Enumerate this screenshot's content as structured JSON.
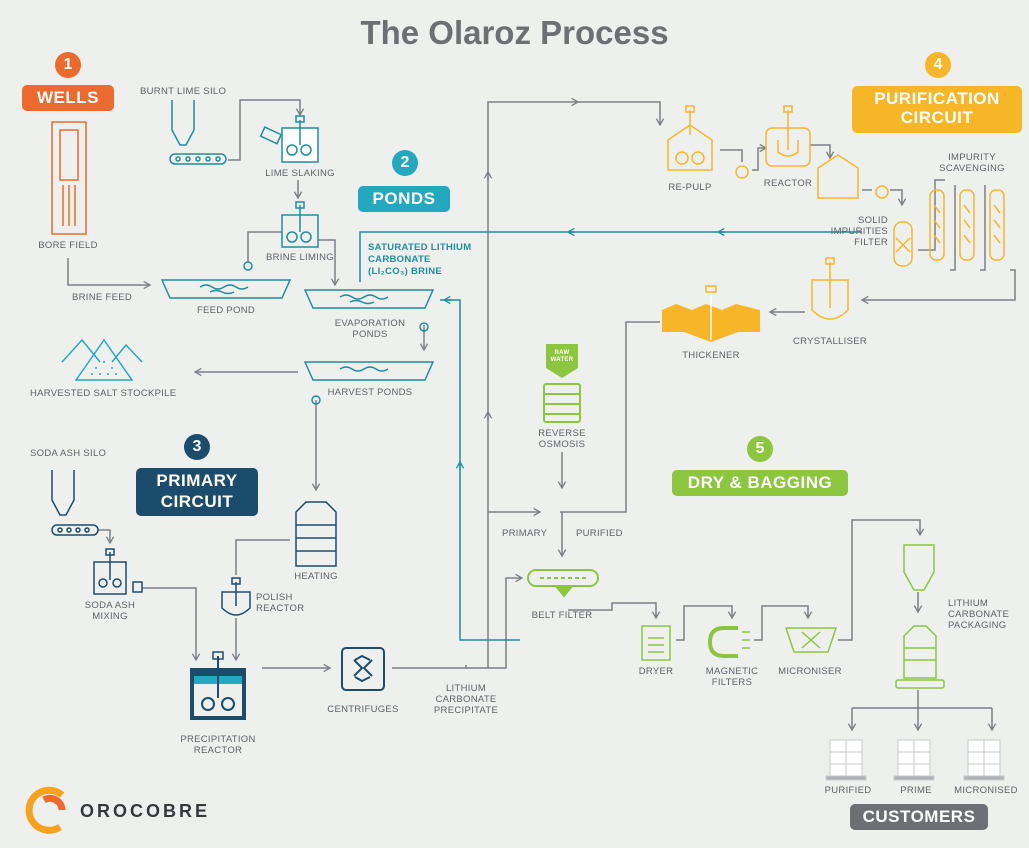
{
  "title": "The Olaroz Process",
  "colors": {
    "wells": "#ec6a2d",
    "ponds": "#24a8c0",
    "primary": "#1c4c6c",
    "purification": "#f6b628",
    "dry": "#8cc63f",
    "customers": "#6c7075",
    "line": "#7c8086",
    "brine": "#1f8e9e"
  },
  "sections": {
    "wells": {
      "num": "1",
      "label": "WELLS"
    },
    "ponds": {
      "num": "2",
      "label": "PONDS"
    },
    "primary": {
      "num": "3",
      "label_line1": "PRIMARY",
      "label_line2": "CIRCUIT"
    },
    "purification": {
      "num": "4",
      "label_line1": "PURIFICATION",
      "label_line2": "CIRCUIT"
    },
    "dry": {
      "num": "5",
      "label": "DRY & BAGGING"
    },
    "customers": {
      "label": "CUSTOMERS"
    }
  },
  "labels": {
    "burnt_lime_silo": "BURNT LIME SILO",
    "lime_slaking": "LIME SLAKING",
    "bore_field": "BORE FIELD",
    "brine_liming": "BRINE LIMING",
    "brine_feed": "BRINE FEED",
    "feed_pond": "FEED POND",
    "sat_line1": "SATURATED LITHIUM",
    "sat_line2": "CARBONATE",
    "sat_line3": "(Li₂CO₃) BRINE",
    "evaporation_line1": "EVAPORATION",
    "evaporation_line2": "PONDS",
    "harvest_ponds": "HARVEST PONDS",
    "harvested_salt": "HARVESTED SALT STOCKPILE",
    "soda_ash_silo": "SODA ASH SILO",
    "soda_line1": "SODA ASH",
    "soda_line2": "MIXING",
    "heating": "HEATING",
    "polish_line1": "POLISH",
    "polish_line2": "REACTOR",
    "precip_line1": "PRECIPITATION",
    "precip_line2": "REACTOR",
    "centrifuges": "CENTRIFUGES",
    "lcp_line1": "LITHIUM",
    "lcp_line2": "CARBONATE",
    "lcp_line3": "PRECIPITATE",
    "re_pulp": "RE-PULP",
    "reactor": "REACTOR",
    "impurity_line1": "IMPURITY",
    "impurity_line2": "SCAVENGING",
    "sif_line1": "SOLID",
    "sif_line2": "IMPURITIES",
    "sif_line3": "FILTER",
    "crystalliser": "CRYSTALLISER",
    "thickener": "THICKENER",
    "raw_water_line1": "RAW",
    "raw_water_line2": "WATER",
    "ro_line1": "REVERSE",
    "ro_line2": "OSMOSIS",
    "primary": "PRIMARY",
    "purified": "PURIFIED",
    "belt_filter": "BELT FILTER",
    "dryer": "DRYER",
    "mag_line1": "MAGNETIC",
    "mag_line2": "FILTERS",
    "micróniser": "MICRONISER",
    "lcpack_line1": "LITHIUM",
    "lcpack_line2": "CARBONATE",
    "lcpack_line3": "PACKAGING",
    "cust_purified": "PURIFIED",
    "cust_prime": "PRIME",
    "cust_micronised": "MICRONISED"
  },
  "brand": "OROCOBRE"
}
